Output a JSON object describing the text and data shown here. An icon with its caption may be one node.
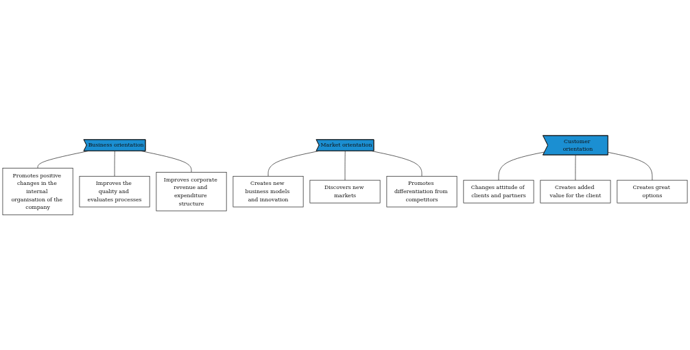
{
  "diagram": {
    "nodes": [
      {
        "text": [
          "Business orientation"
        ]
      },
      {
        "text": [
          "Promotes positive changes in the internal organisation of the company"
        ]
      },
      {
        "text": [
          "Improves the quality and evaluates processes"
        ]
      },
      {
        "text": [
          "Improves corporate revenue and expenditure structure"
        ]
      },
      {
        "text": [
          "Market orientation"
        ]
      },
      {
        "text": [
          "Creates new business models and innovation"
        ]
      },
      {
        "text": [
          "Discovers new markets"
        ]
      },
      {
        "text": [
          "Promotes differentiation from competitors"
        ]
      },
      {
        "text": [
          "Customer orientation"
        ]
      },
      {
        "text": [
          "Changes attitude of clients and partners"
        ]
      },
      {
        "text": [
          "Creates added value for the client"
        ]
      },
      {
        "text": [
          "Creates great options"
        ]
      }
    ],
    "edges": [
      {
        "from": 0,
        "to": 1,
        "arrow": "none"
      },
      {
        "from": 0,
        "to": 2,
        "arrow": "none"
      },
      {
        "from": 0,
        "to": 3,
        "arrow": "none"
      },
      {
        "from": 4,
        "to": 5,
        "arrow": "none"
      },
      {
        "from": 4,
        "to": 6,
        "arrow": "none"
      },
      {
        "from": 4,
        "to": 7,
        "arrow": "none"
      },
      {
        "from": 8,
        "to": 9,
        "arrow": "none"
      },
      {
        "from": 8,
        "to": 10,
        "arrow": "none"
      },
      {
        "from": 8,
        "to": 11,
        "arrow": "none"
      }
    ]
  }
}
